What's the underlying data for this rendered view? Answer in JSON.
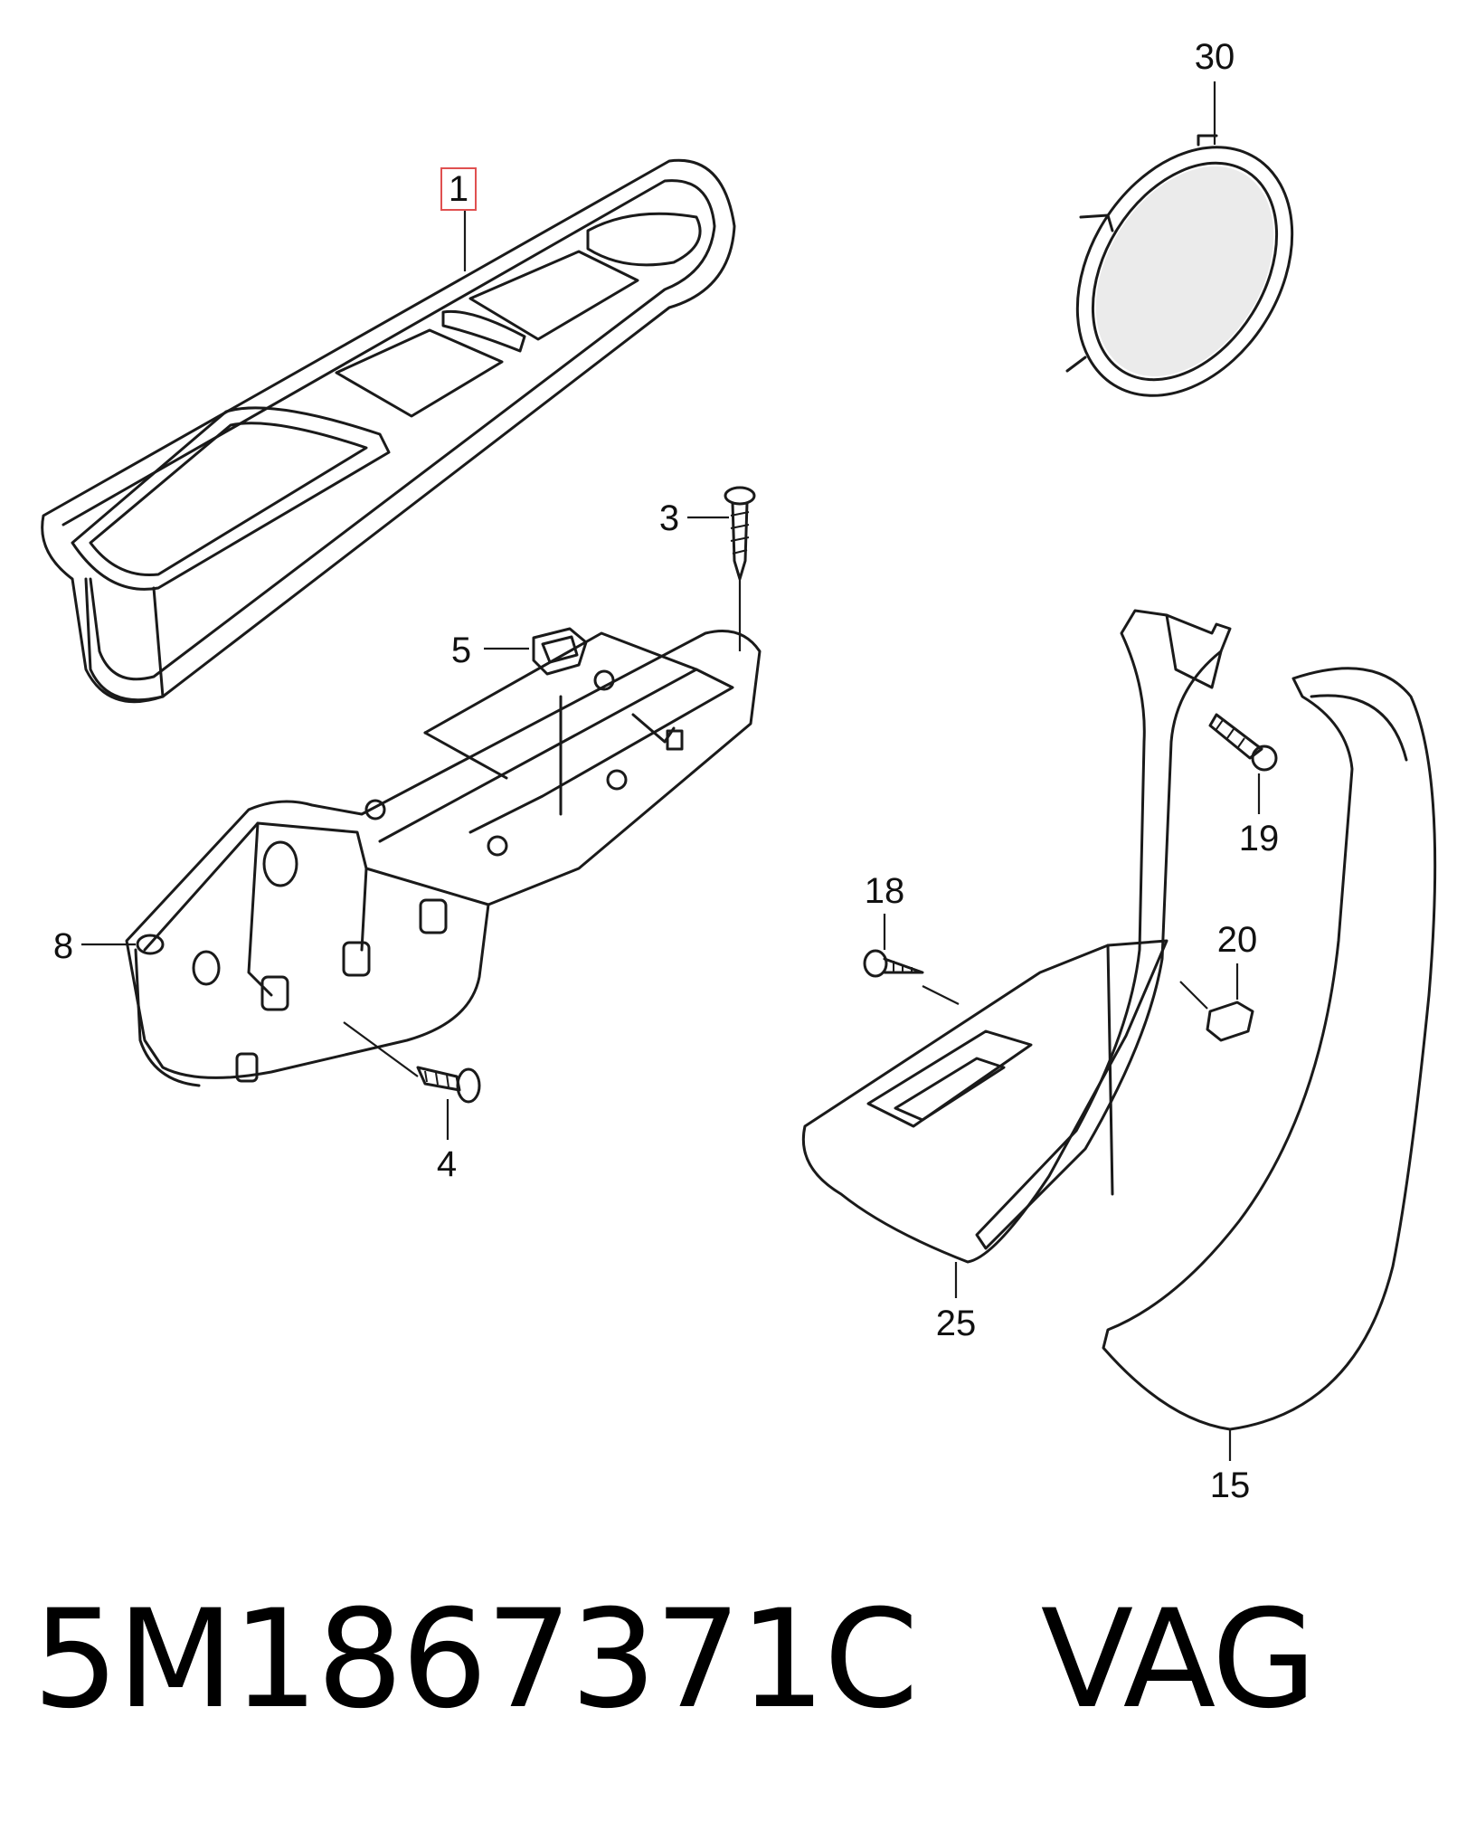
{
  "callouts": [
    "1",
    "30",
    "3",
    "5",
    "8",
    "4",
    "18",
    "19",
    "20",
    "25",
    "15"
  ],
  "highlight_color": "#e05050",
  "part_number": "5M1867371C",
  "brand": "VAG"
}
